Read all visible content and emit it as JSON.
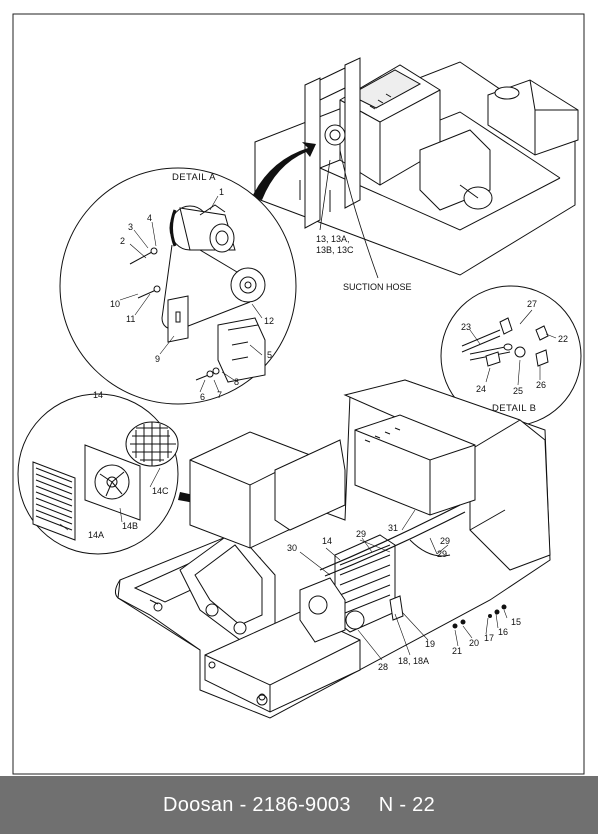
{
  "footer": {
    "brand_part": "Doosan - 2186-9003",
    "page_ref": "N - 22"
  },
  "details": {
    "a": "DETAIL A",
    "b": "DETAIL B"
  },
  "labels": {
    "compressor_group": "13, 13A,",
    "compressor_group_2": "13B, 13C",
    "suction_hose": "SUCTION HOSE"
  },
  "callouts": {
    "c1": "1",
    "c2": "2",
    "c3": "3",
    "c4": "4",
    "c5": "5",
    "c6": "6",
    "c7": "7",
    "c8": "8",
    "c9": "9",
    "c10": "10",
    "c11": "11",
    "c12": "12",
    "c14": "14",
    "c14a": "14A",
    "c14b": "14B",
    "c14c": "14C",
    "c14m": "14",
    "c15": "15",
    "c16": "16",
    "c17": "17",
    "c18": "18, 18A",
    "c19": "19",
    "c20": "20",
    "c21": "21",
    "c22": "22",
    "c23": "23",
    "c24": "24",
    "c25": "25",
    "c26": "26",
    "c27": "27",
    "c28": "28",
    "c29a": "29",
    "c29b": "29",
    "c29c": "29",
    "c30": "30",
    "c31": "31"
  }
}
